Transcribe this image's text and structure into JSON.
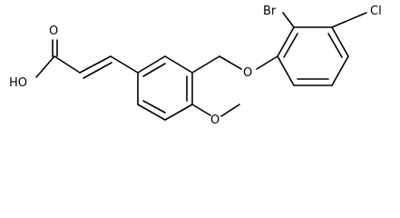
{
  "molecule": {
    "atoms": {
      "o_carbonyl": "O",
      "oh_group": "HO",
      "o_methoxy": "O",
      "o_ether": "O",
      "bromine": "Br",
      "chlorine": "Cl"
    }
  }
}
